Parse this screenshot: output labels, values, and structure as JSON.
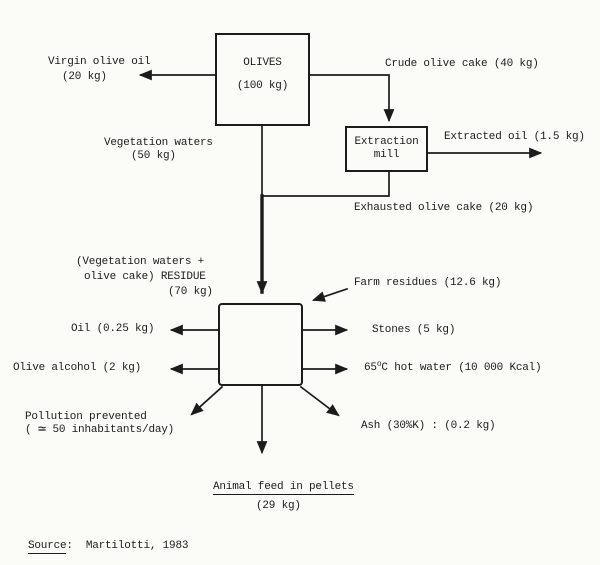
{
  "nodes": {
    "olives": {
      "title": "OLIVES",
      "qty": "(100 kg)"
    },
    "extraction_mill": {
      "line1": "Extraction",
      "line2": "mill"
    }
  },
  "labels": {
    "virgin_olive_oil": {
      "name": "Virgin olive oil",
      "qty": "(20 kg)"
    },
    "crude_olive_cake": {
      "text": "Crude olive cake (40 kg)"
    },
    "vegetation_waters": {
      "name": "Vegetation waters",
      "qty": "(50 kg)"
    },
    "extracted_oil": {
      "text": "Extracted oil (1.5 kg)"
    },
    "exhausted_olive_cake": {
      "text": "Exhausted olive cake (20 kg)"
    },
    "residue": {
      "line1": "(Vegetation waters +",
      "line2": "olive cake) RESIDUE",
      "line3": "(70 kg)"
    },
    "farm_residues": {
      "text": "Farm residues (12.6 kg)"
    },
    "oil": {
      "text": "Oil (0.25 kg)"
    },
    "olive_alcohol": {
      "text": "Olive alcohol (2 kg)"
    },
    "stones": {
      "text": "Stones (5 kg)"
    },
    "hot_water": {
      "prefix": "65",
      "sup": "o",
      "suffix": "C hot water (10 000 Kcal)"
    },
    "pollution": {
      "line1": "Pollution prevented",
      "line2_open": "( ",
      "line2_symbol": "≃",
      "line2_rest": " 50 inhabitants/day)"
    },
    "ash": {
      "text": "Ash (30%K) : (0.2 kg)"
    },
    "animal_feed": {
      "title": "Animal feed in pellets",
      "qty": "(29 kg)"
    }
  },
  "source": {
    "label": "Source",
    "separator": ":",
    "citation": "Martilotti, 1983"
  },
  "colors": {
    "ink": "#1c1c1c",
    "paper": "#fbfbf8"
  }
}
